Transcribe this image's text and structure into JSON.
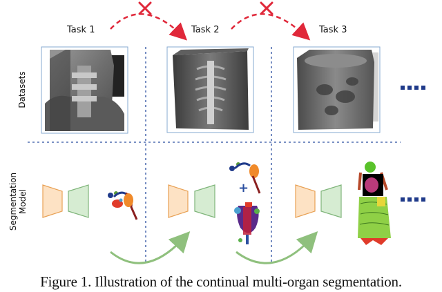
{
  "tasks": {
    "task1": "Task 1",
    "task2": "Task 2",
    "task3": "Task 3"
  },
  "rows": {
    "datasets": "Datasets",
    "segmentation_line1": "Segmentation",
    "segmentation_line2": "Model"
  },
  "caption": "Figure 1. Illustration of the continual multi-organ segmentation.",
  "plus_sign": "+",
  "colors": {
    "encoder_fill": "#fde2c4",
    "encoder_stroke": "#e8a053",
    "decoder_fill": "#d6ecd2",
    "decoder_stroke": "#7fb57a",
    "divider": "#2b4fa0",
    "forbidden_arrow": "#e0283a",
    "transfer_arrow": "#8fc07d",
    "dots": "#1f3a8a"
  }
}
